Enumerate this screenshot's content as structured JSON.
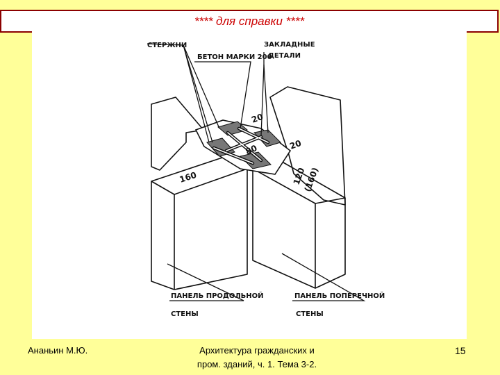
{
  "slide": {
    "title": "****  для справки  ****"
  },
  "drawing": {
    "callouts": {
      "rods": "СТЕРЖНИ",
      "concrete": "БЕТОН МАРКИ 200",
      "embedded_line1": "ЗАКЛАДНЫЕ",
      "embedded_line2": "ДЕТАЛИ",
      "long_panel_line1": "ПАНЕЛЬ ПРОДОЛЬНОЙ",
      "long_panel_line2": "СТЕНЫ",
      "cross_panel_line1": "ПАНЕЛЬ ПОПЕРЕЧНОЙ",
      "cross_panel_line2": "СТЕНЫ"
    },
    "dimensions": {
      "d1": "20",
      "d2": "20",
      "d3": "80",
      "d4": "160",
      "d5": "120",
      "d6": "(160)"
    }
  },
  "footer": {
    "author": "Ананьин М.Ю.",
    "course_line1": "Архитектура гражданских и",
    "course_line2": "пром. зданий, ч. 1. Тема 3-2.",
    "page": "15"
  }
}
